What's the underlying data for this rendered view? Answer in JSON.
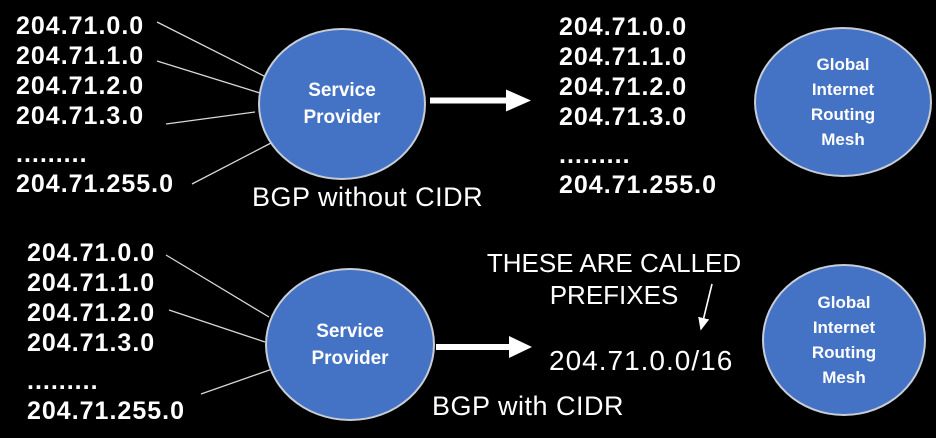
{
  "colors": {
    "background": "#000000",
    "node_fill": "#4472C4",
    "node_border": "#C7CCD6",
    "text": "#FFFFFF",
    "connector_line": "#D8D8D8"
  },
  "top_section": {
    "ip_list_left": [
      "204.71.0.0",
      "204.71.1.0",
      "204.71.2.0",
      "204.71.3.0",
      ".........",
      "204.71.255.0"
    ],
    "service_provider_node": {
      "line1": "Service",
      "line2": "Provider"
    },
    "caption": "BGP without CIDR",
    "ip_list_right": [
      "204.71.0.0",
      "204.71.1.0",
      "204.71.2.0",
      "204.71.3.0",
      ".........",
      "204.71.255.0"
    ],
    "mesh_node": {
      "line1": "Global",
      "line2": "Internet",
      "line3": "Routing",
      "line4": "Mesh"
    }
  },
  "bottom_section": {
    "ip_list_left": [
      "204.71.0.0",
      "204.71.1.0",
      "204.71.2.0",
      "204.71.3.0",
      ".........",
      "204.71.255.0"
    ],
    "service_provider_node": {
      "line1": "Service",
      "line2": "Provider"
    },
    "caption": "BGP with CIDR",
    "annotation": {
      "line1": "THESE ARE CALLED",
      "line2": "PREFIXES"
    },
    "prefix_value": "204.71.0.0/16",
    "mesh_node": {
      "line1": "Global",
      "line2": "Internet",
      "line3": "Routing",
      "line4": "Mesh"
    }
  }
}
